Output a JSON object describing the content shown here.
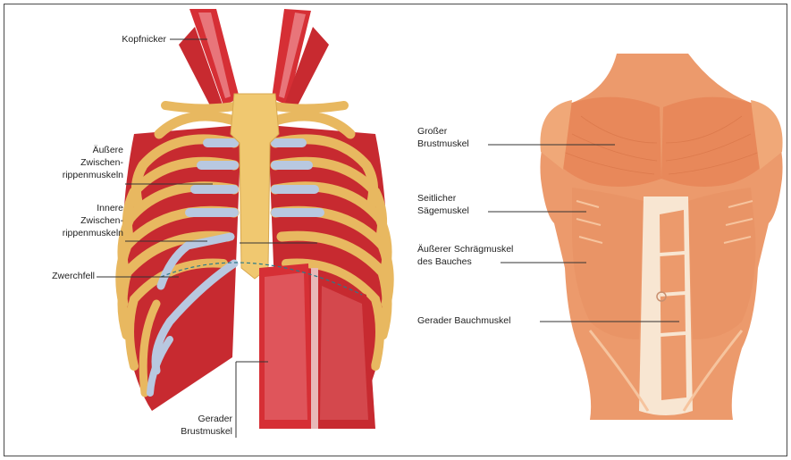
{
  "left_labels": {
    "kopfnicker": "Kopfnicker",
    "aeussere_1": "Äußere",
    "aeussere_2": "Zwischen-",
    "aeussere_3": "rippenmuskeln",
    "innere_1": "Innere",
    "innere_2": "Zwischen-",
    "innere_3": "rippenmuskeln",
    "zwerchfell": "Zwerchfell",
    "gerader_brust_1": "Gerader",
    "gerader_brust_2": "Brustmuskel"
  },
  "right_labels": {
    "grosser_1": "Großer",
    "grosser_2": "Brustmuskel",
    "seitlicher_1": "Seitlicher",
    "seitlicher_2": "Sägemuskel",
    "schraeg_1": "Äußerer Schrägmuskel",
    "schraeg_2": "des Bauches",
    "gerader_bauch": "Gerader Bauchmuskel"
  },
  "colors": {
    "muscle_red": "#d62f35",
    "muscle_light": "#e8757a",
    "rib_bone": "#e8b860",
    "cartilage": "#b8c8e0",
    "sternum": "#f0c870",
    "skin_muscle": "#ec9a6c",
    "skin_light": "#f6c49e",
    "tendon": "#f8e6d2"
  }
}
